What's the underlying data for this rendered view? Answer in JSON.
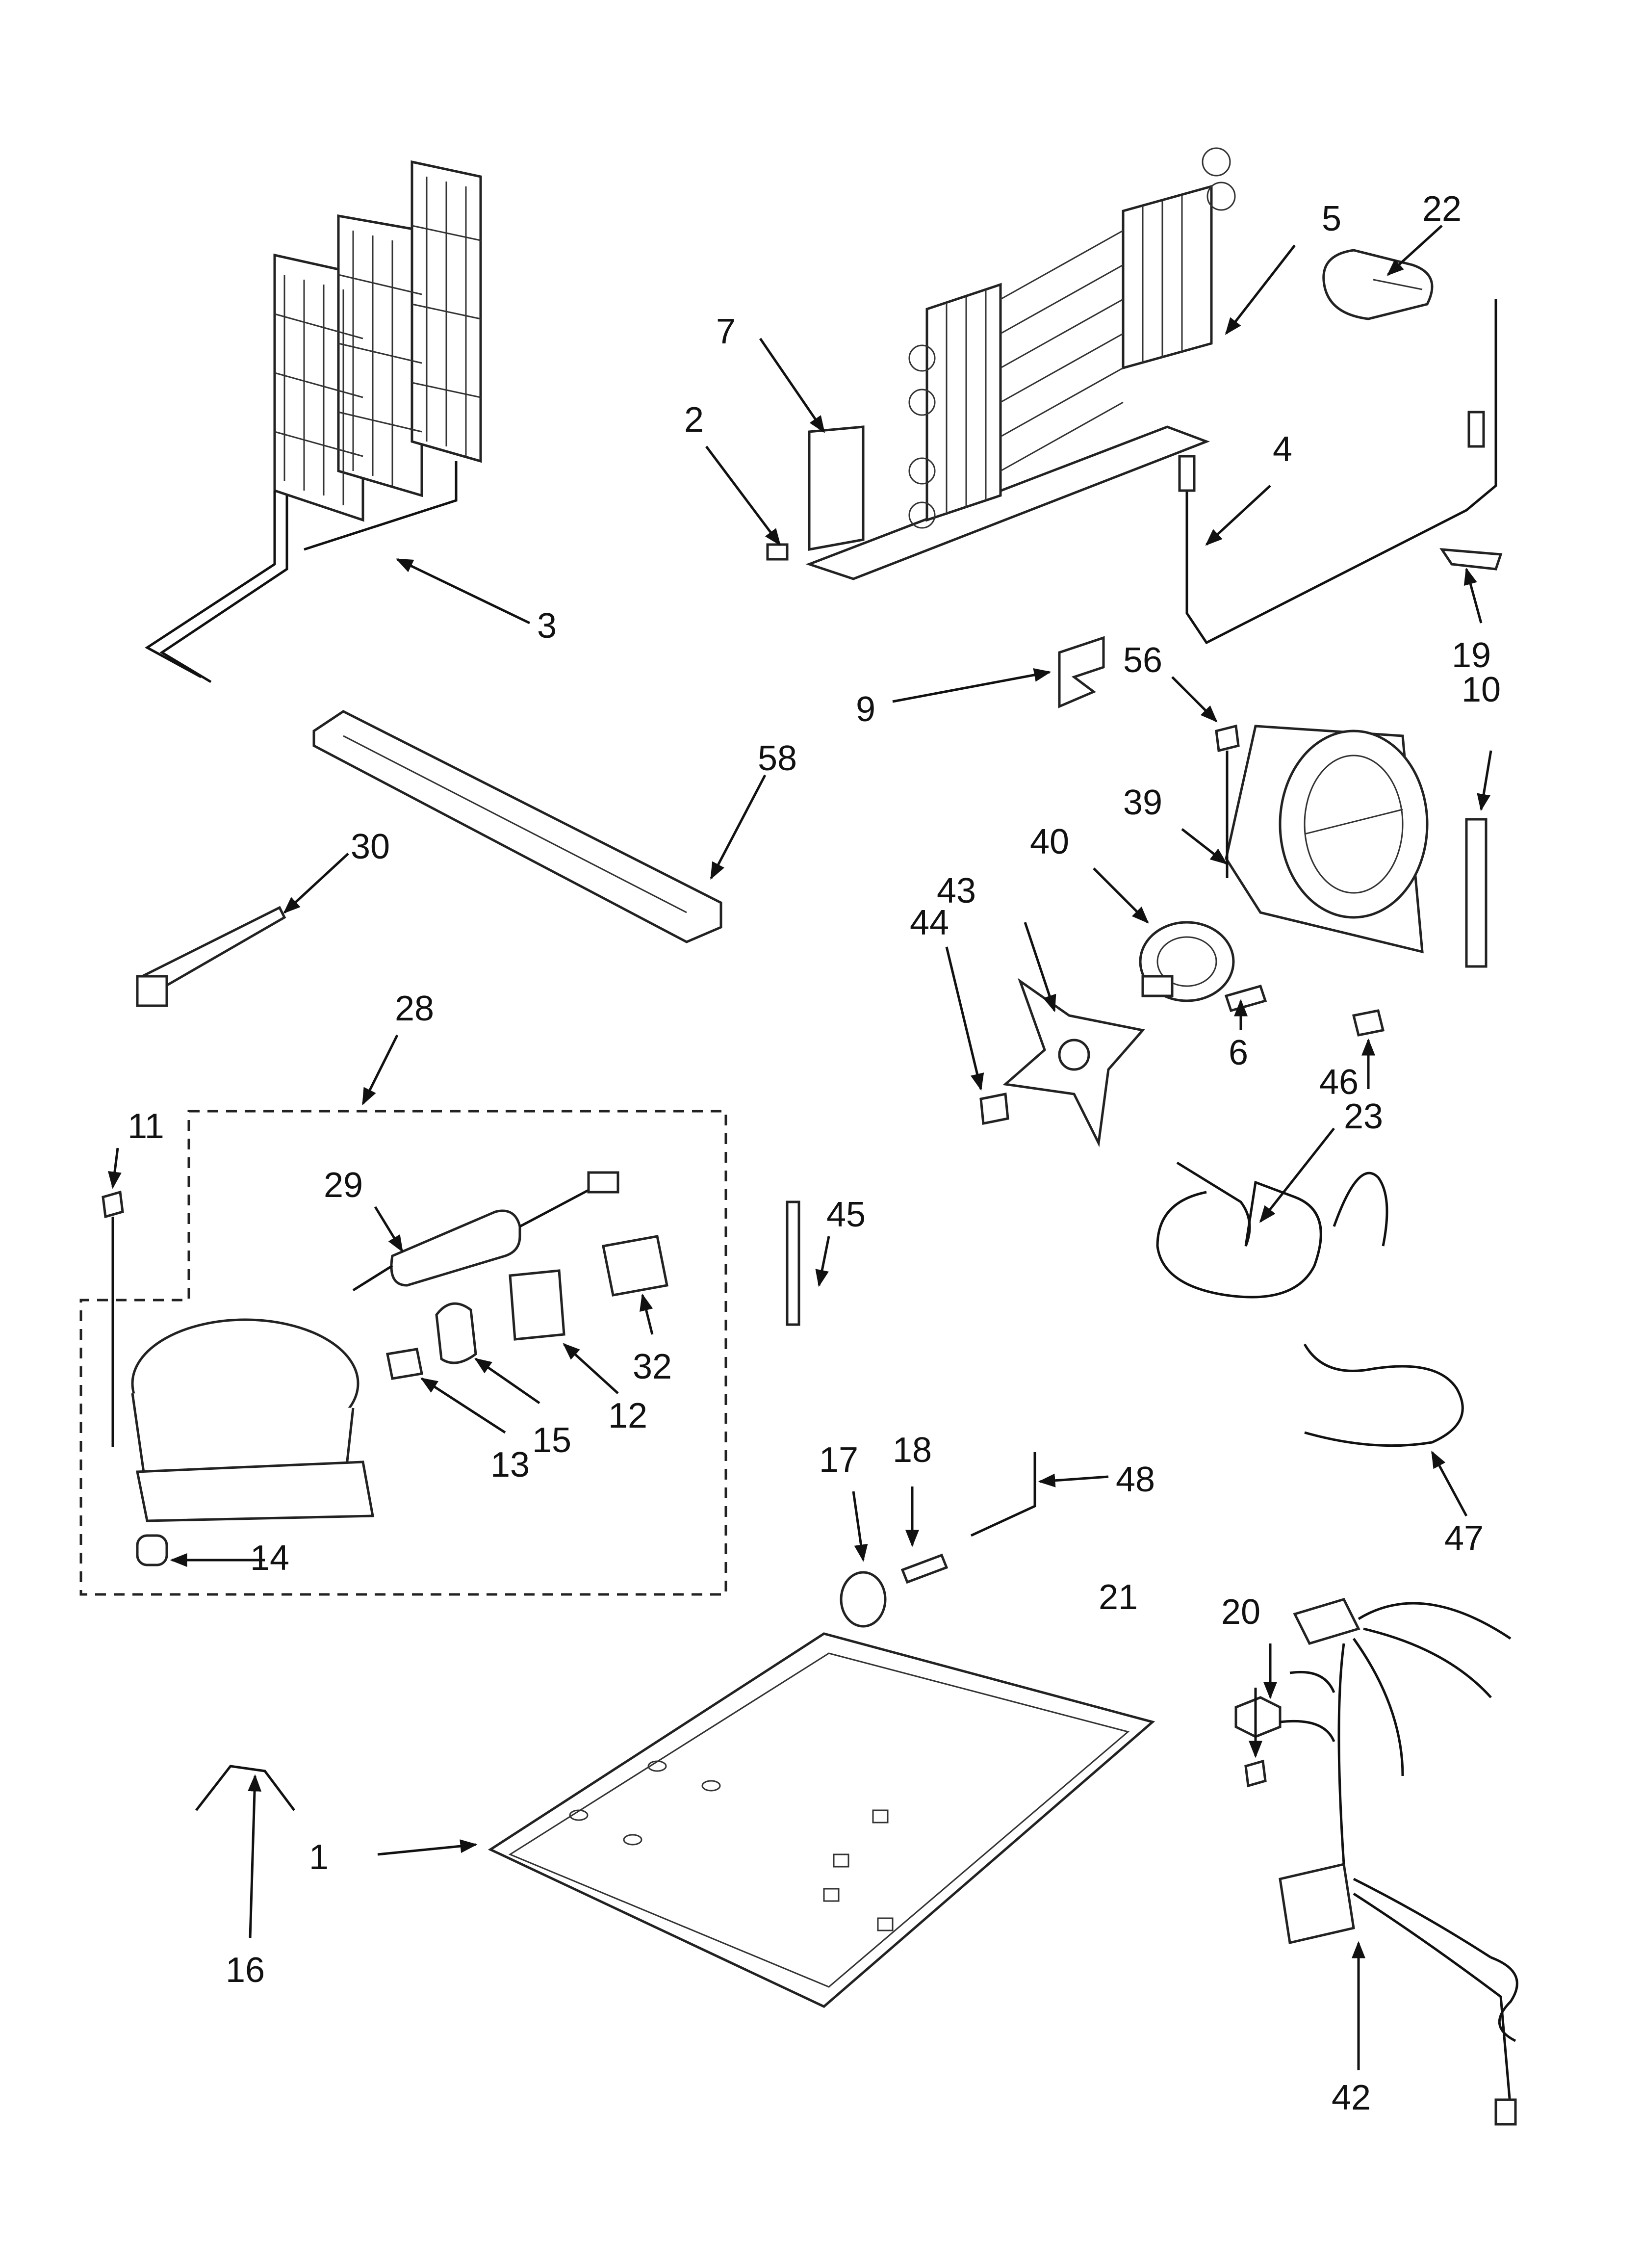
{
  "labels": {
    "p1": "1",
    "p2": "2",
    "p3": "3",
    "p4": "4",
    "p5": "5",
    "p6": "6",
    "p7": "7",
    "p9": "9",
    "p10": "10",
    "p11": "11",
    "p12": "12",
    "p13": "13",
    "p14": "14",
    "p15": "15",
    "p16": "16",
    "p17": "17",
    "p18": "18",
    "p19": "19",
    "p20": "20",
    "p21": "21",
    "p22": "22",
    "p23": "23",
    "p28": "28",
    "p29": "29",
    "p30": "30",
    "p32": "32",
    "p39": "39",
    "p40": "40",
    "p42": "42",
    "p43": "43",
    "p44": "44",
    "p45": "45",
    "p46": "46",
    "p47": "47",
    "p48": "48",
    "p56": "56",
    "p58": "58"
  }
}
